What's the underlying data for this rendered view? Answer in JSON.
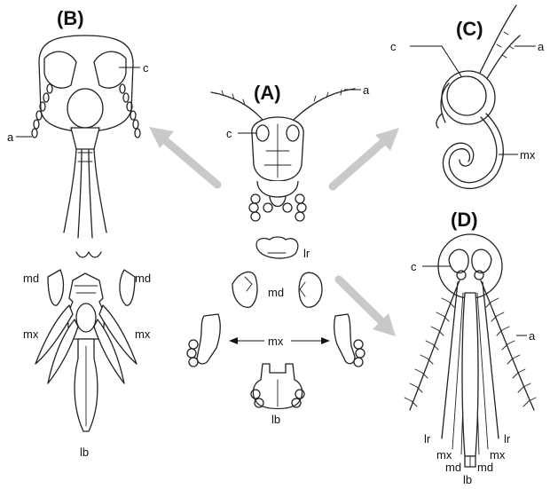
{
  "panels": {
    "A": "(A)",
    "B": "(B)",
    "C": "(C)",
    "D": "(D)"
  },
  "labels": {
    "a": "a",
    "c": "c",
    "lr": "lr",
    "md": "md",
    "mx": "mx",
    "lb": "lb"
  },
  "colors": {
    "ink": "#222222",
    "arrow": "#c9c9c9"
  }
}
